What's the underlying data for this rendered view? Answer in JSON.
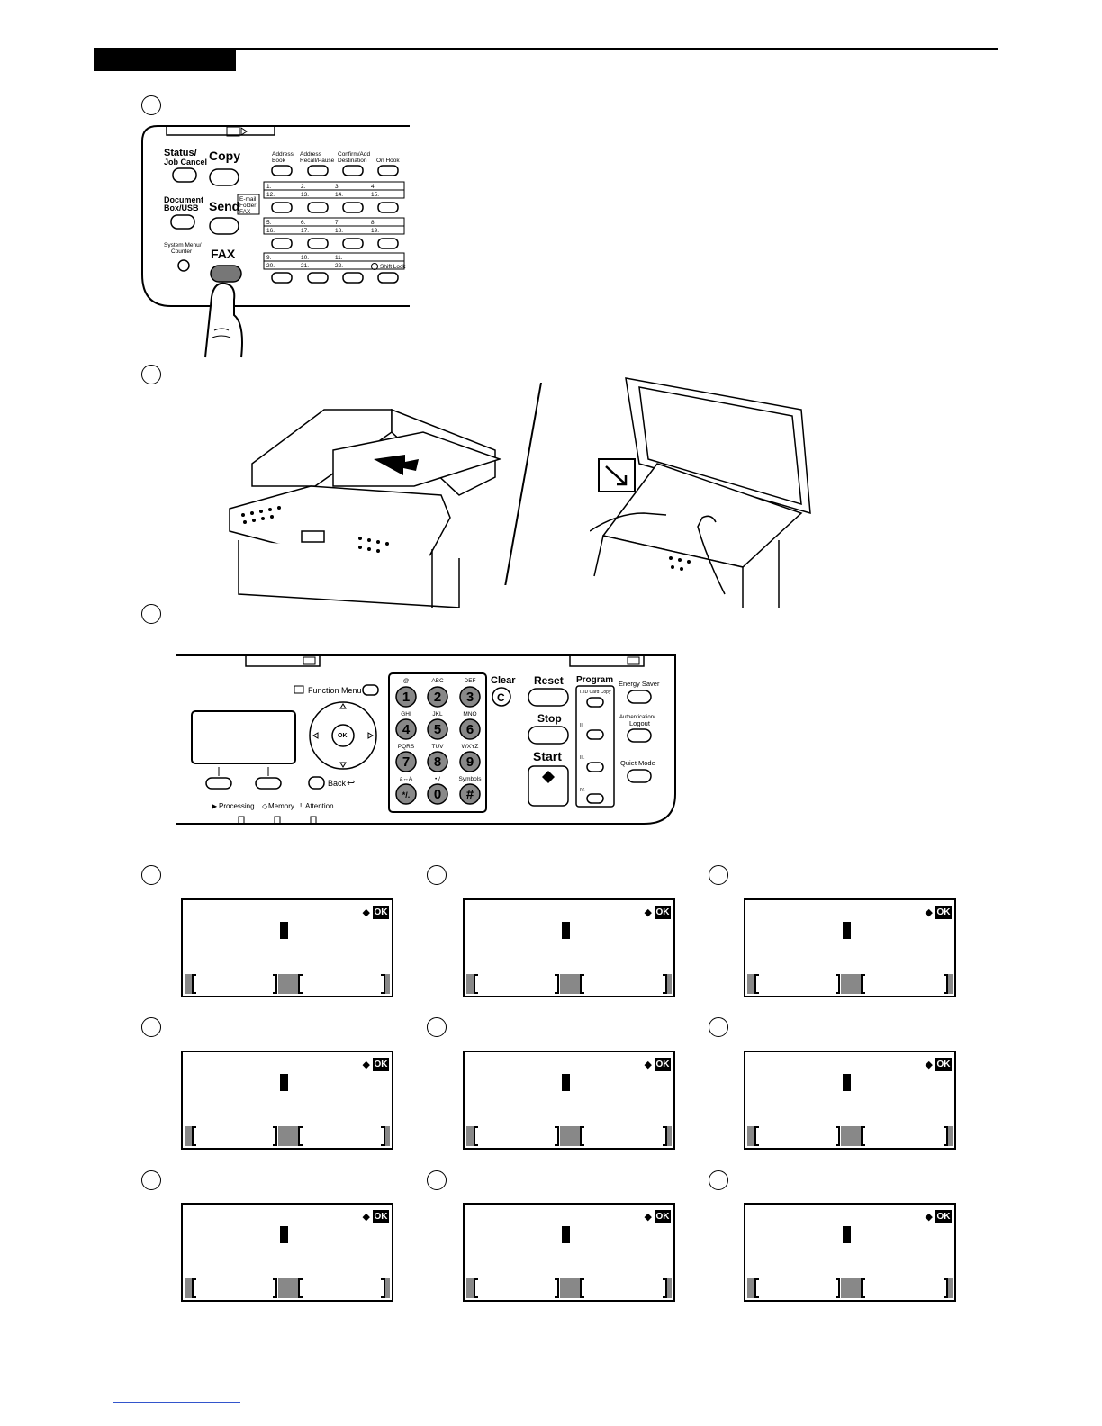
{
  "panel1": {
    "status_job_cancel": "Status/\nJob Cancel",
    "copy": "Copy",
    "document_box_usb": "Document\nBox/USB",
    "send": "Send",
    "send_sub": "E-mail\nFolder\nFAX",
    "system_menu": "System Menu/\nCounter",
    "fax": "FAX",
    "address_book": "Address\nBook",
    "address_recall": "Address\nRecall/Pause",
    "confirm_add": "Confirm/Add\nDestination",
    "on_hook": "On Hook",
    "keys_row1_top": [
      "1.",
      "2.",
      "3.",
      "4."
    ],
    "keys_row1_bot": [
      "12.",
      "13.",
      "14.",
      "15."
    ],
    "keys_row2_top": [
      "5.",
      "6.",
      "7.",
      "8."
    ],
    "keys_row2_bot": [
      "16.",
      "17.",
      "18.",
      "19."
    ],
    "keys_row3_top": [
      "9.",
      "10.",
      "11."
    ],
    "keys_row3_bot": [
      "20.",
      "21.",
      "22."
    ],
    "shift_lock": "Shift Lock"
  },
  "panel3": {
    "function_menu": "Function Menu",
    "back": "Back",
    "processing": "Processing",
    "memory": "Memory",
    "attention": "Attention",
    "keypad_letters": [
      "@",
      "ABC",
      "DEF",
      "GHI",
      "JKL",
      "MNO",
      "PQRS",
      "TUV",
      "WXYZ",
      "a↔A",
      "• /",
      "Symbols"
    ],
    "keypad_digits": [
      "1",
      "2",
      "3",
      "4",
      "5",
      "6",
      "7",
      "8",
      "9",
      "*/.",
      "0",
      "#"
    ],
    "clear": "Clear",
    "clear_key": "C",
    "reset": "Reset",
    "stop": "Stop",
    "start": "Start",
    "program": "Program",
    "program_keys": [
      "I. ID Card Copy",
      "II.",
      "III.",
      "IV."
    ],
    "energy_saver": "Energy Saver",
    "authentication": "Authentication/\nLogout",
    "quiet_mode": "Quiet Mode"
  },
  "lcd": {
    "ok": "OK",
    "nav": "◆"
  }
}
